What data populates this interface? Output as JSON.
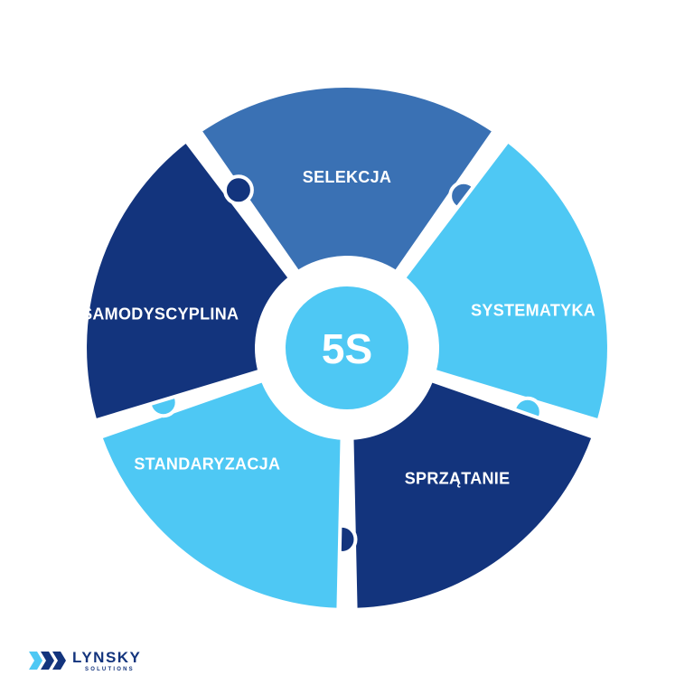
{
  "diagram": {
    "center_label": "5S",
    "segments": [
      {
        "label": "SELEKCJA",
        "color": "#3a71b4"
      },
      {
        "label": "SYSTEMATYKA",
        "color": "#4ec8f4"
      },
      {
        "label": "SPRZĄTANIE",
        "color": "#13347d"
      },
      {
        "label": "STANDARYZACJA",
        "color": "#4ec8f4"
      },
      {
        "label": "SAMODYSCYPLINA",
        "color": "#13347d"
      }
    ],
    "center_color": "#4ec8f4"
  },
  "logo": {
    "name": "LYNSKY",
    "subtitle": "SOLUTIONS",
    "colors": [
      "#13347d",
      "#4ec8f4"
    ]
  }
}
